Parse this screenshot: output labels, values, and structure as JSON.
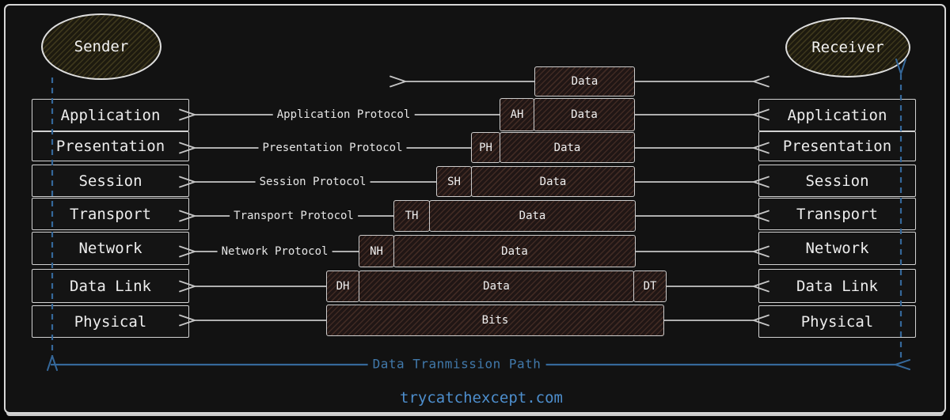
{
  "sender_label": "Sender",
  "receiver_label": "Receiver",
  "layers": [
    "Application",
    "Presentation",
    "Session",
    "Transport",
    "Network",
    "Data Link",
    "Physical"
  ],
  "protocol_labels": [
    "Application Protocol",
    "Presentation Protocol",
    "Session Protocol",
    "Transport Protocol",
    "Network Protocol"
  ],
  "stack": {
    "rows": [
      {
        "segments": [
          {
            "label": "Data"
          }
        ]
      },
      {
        "segments": [
          {
            "label": "AH"
          },
          {
            "label": "Data"
          }
        ]
      },
      {
        "segments": [
          {
            "label": "PH"
          },
          {
            "label": "Data"
          }
        ]
      },
      {
        "segments": [
          {
            "label": "SH"
          },
          {
            "label": "Data"
          }
        ]
      },
      {
        "segments": [
          {
            "label": "TH"
          },
          {
            "label": "Data"
          }
        ]
      },
      {
        "segments": [
          {
            "label": "NH"
          },
          {
            "label": "Data"
          }
        ]
      },
      {
        "segments": [
          {
            "label": "DH"
          },
          {
            "label": "Data"
          },
          {
            "label": "DT"
          }
        ]
      },
      {
        "segments": [
          {
            "label": "Bits"
          }
        ]
      }
    ]
  },
  "path_label": "Data Tranmission Path",
  "site_label": "trycatchexcept.com",
  "colors": {
    "background": "#121212",
    "frame_stroke": "#d6d6d6",
    "box_stroke": "#cbcbcb",
    "text": "#ededed",
    "path_blue": "#35689a",
    "path_label_blue": "#4179ab",
    "site_blue": "#4d8ecd"
  }
}
